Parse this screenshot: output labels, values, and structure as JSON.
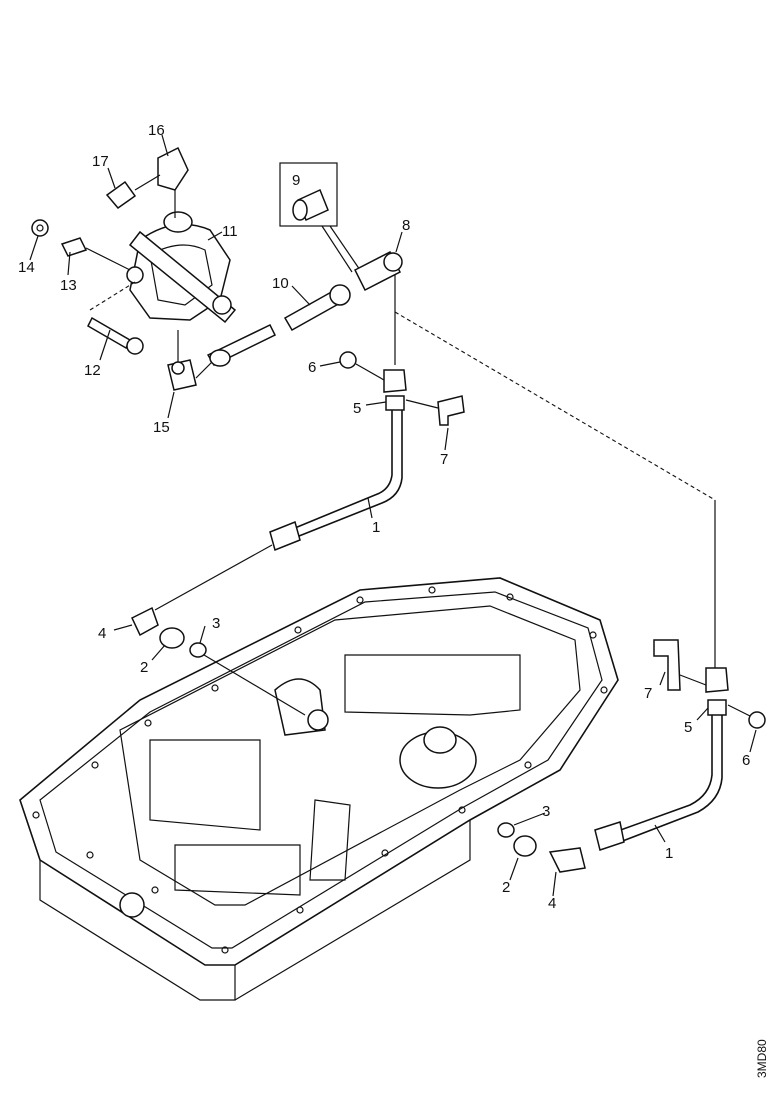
{
  "figure_code": "3MD80",
  "callouts": [
    {
      "id": "c1a",
      "text": "1"
    },
    {
      "id": "c1b",
      "text": "1"
    },
    {
      "id": "c2a",
      "text": "2"
    },
    {
      "id": "c2b",
      "text": "2"
    },
    {
      "id": "c3a",
      "text": "3"
    },
    {
      "id": "c3b",
      "text": "3"
    },
    {
      "id": "c4a",
      "text": "4"
    },
    {
      "id": "c4b",
      "text": "4"
    },
    {
      "id": "c5a",
      "text": "5"
    },
    {
      "id": "c5b",
      "text": "5"
    },
    {
      "id": "c6a",
      "text": "6"
    },
    {
      "id": "c6b",
      "text": "6"
    },
    {
      "id": "c7a",
      "text": "7"
    },
    {
      "id": "c7b",
      "text": "7"
    },
    {
      "id": "c8",
      "text": "8"
    },
    {
      "id": "c9",
      "text": "9"
    },
    {
      "id": "c10",
      "text": "10"
    },
    {
      "id": "c11",
      "text": "11"
    },
    {
      "id": "c12",
      "text": "12"
    },
    {
      "id": "c13",
      "text": "13"
    },
    {
      "id": "c14",
      "text": "14"
    },
    {
      "id": "c15",
      "text": "15"
    },
    {
      "id": "c16",
      "text": "16"
    },
    {
      "id": "c17",
      "text": "17"
    }
  ]
}
